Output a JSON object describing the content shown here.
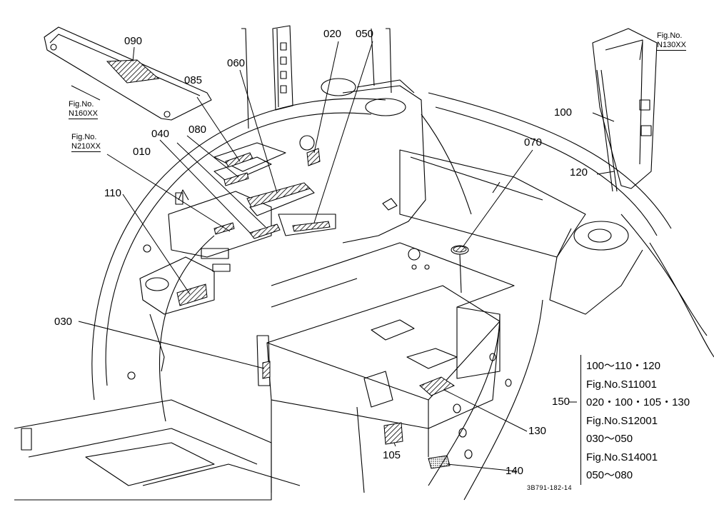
{
  "parts": {
    "p090": "090",
    "p020": "020",
    "p050": "050",
    "p060": "060",
    "p085": "085",
    "p040": "040",
    "p080": "080",
    "p010": "010",
    "p110": "110",
    "p070": "070",
    "p100": "100",
    "p120": "120",
    "p030": "030",
    "p105": "105",
    "p130": "130",
    "p140": "140"
  },
  "fig_refs": {
    "n160": {
      "line1": "Fig.No.",
      "line2": "N160XX"
    },
    "n210": {
      "line1": "Fig.No.",
      "line2": "N210XX"
    },
    "n130": {
      "line1": "Fig.No.",
      "line2": "N130XX"
    }
  },
  "legend": {
    "prefix": "150",
    "rows": [
      "100～110・120",
      "Fig.No.S11001",
      "020・100・105・130",
      "Fig.No.S12001",
      "030～050",
      "Fig.No.S14001",
      "050～080"
    ]
  },
  "drawing_code": "3B791-182-14",
  "colors": {
    "ink": "#000000",
    "paper": "#ffffff"
  }
}
